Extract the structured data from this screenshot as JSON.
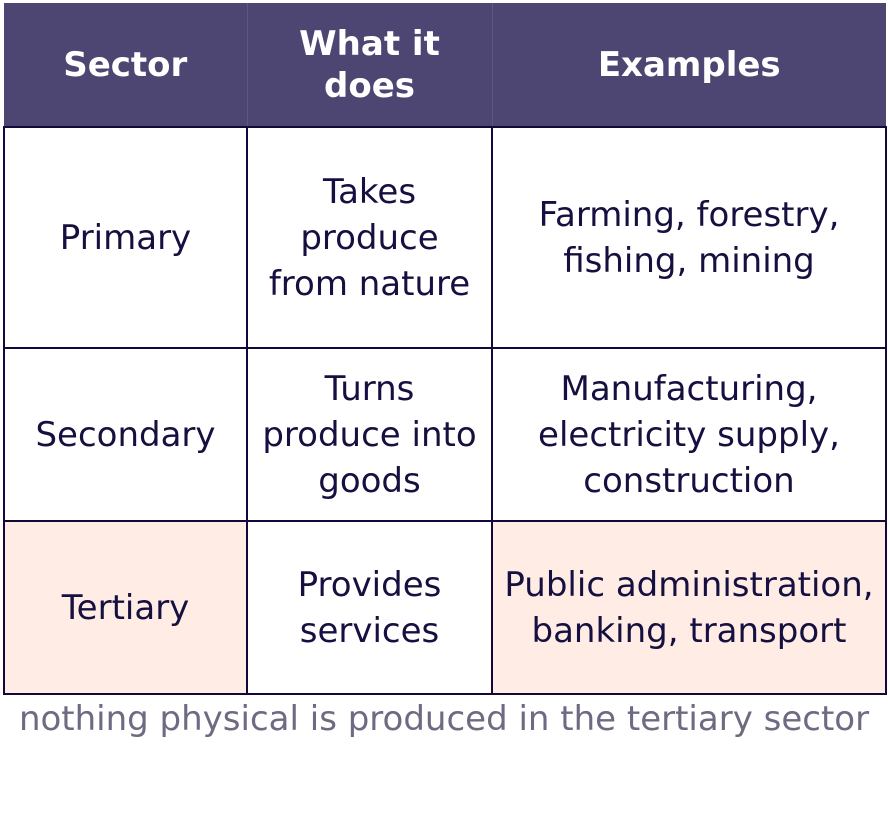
{
  "table": {
    "headers": [
      "Sector",
      "What it does",
      "Examples"
    ],
    "rows": [
      {
        "sector": "Primary",
        "does": "Takes produce from nature",
        "examples": "Farming, forestry, fishing, mining"
      },
      {
        "sector": "Secondary",
        "does": "Turns produce into goods",
        "examples": "Manufacturing, electricity supply, construction"
      },
      {
        "sector": "Tertiary",
        "does": "Provides services",
        "examples": "Public administration, banking, transport"
      }
    ]
  },
  "footnote": "nothing physical is produced in the tertiary sector",
  "colors": {
    "header_bg": "#4d4672",
    "header_text": "#ffffff",
    "border": "#12093a",
    "highlight_bg": "#ffece5",
    "footnote_text": "#6e6a82"
  }
}
